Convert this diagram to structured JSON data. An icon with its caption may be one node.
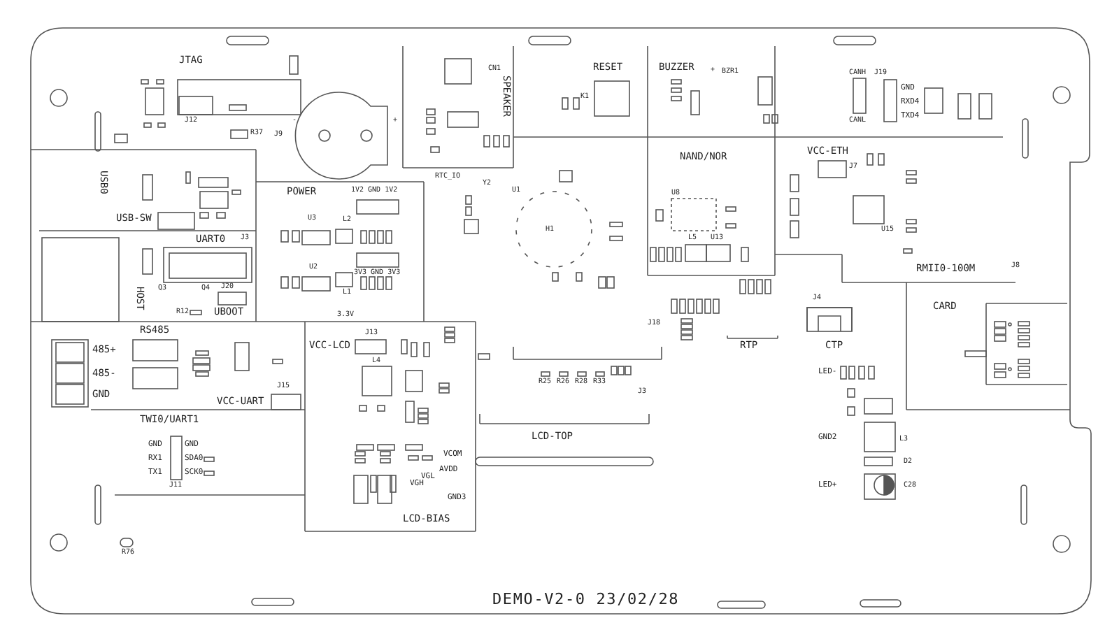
{
  "diagram": {
    "labels": [
      "JTAG",
      "CN1",
      "SPEAKER",
      "RESET",
      "BUZZER",
      "+",
      "BZR1",
      "CANH",
      "J19",
      "GND",
      "K1",
      "CANL",
      "RXD4",
      "TXD4",
      "J12",
      "-",
      "+",
      "R37",
      "J9",
      "VCC-ETH",
      "J7",
      "NAND/NOR",
      "RTC_IO",
      "Y2",
      "U1",
      "USB0",
      "POWER",
      "1V2 GND 1V2",
      "U8",
      "USB-SW",
      "U3",
      "L2",
      "H1",
      "U15",
      "UART0",
      "J3",
      "L5",
      "U13",
      "U2",
      "3V3 GND 3V3",
      "RMII0-100M",
      "J8",
      "L1",
      "Q3",
      "Q4",
      "J20",
      "HOST",
      "J4",
      "CARD",
      "R12",
      "UBOOT",
      "3.3V",
      "J18",
      "RS485",
      "J13",
      "VCC-LCD",
      "RTP",
      "CTP",
      "485+",
      "L4",
      "LED-",
      "485-",
      "R25",
      "R26",
      "R28",
      "R33",
      "J15",
      "J3",
      "GND",
      "VCC-UART",
      "TWI0/UART1",
      "LCD-TOP",
      "GND2",
      "L3",
      "GND",
      "GND",
      "VCOM",
      "RX1",
      "SDA0",
      "D2",
      "AVDD",
      "TX1",
      "SCK0",
      "VGL",
      "J11",
      "VGH",
      "LED+",
      "C28",
      "GND3",
      "LCD-BIAS",
      "R76",
      "DEMO-V2-0 23/02/28"
    ]
  }
}
